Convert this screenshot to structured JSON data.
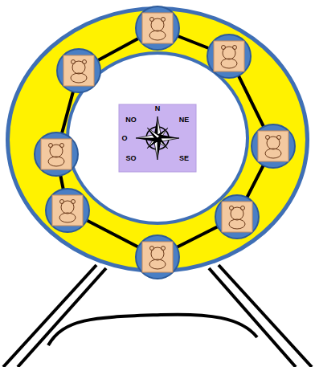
{
  "diagram": {
    "labels": [
      "N",
      "NO",
      "NE",
      "O",
      "SO",
      "SE"
    ]
  }
}
